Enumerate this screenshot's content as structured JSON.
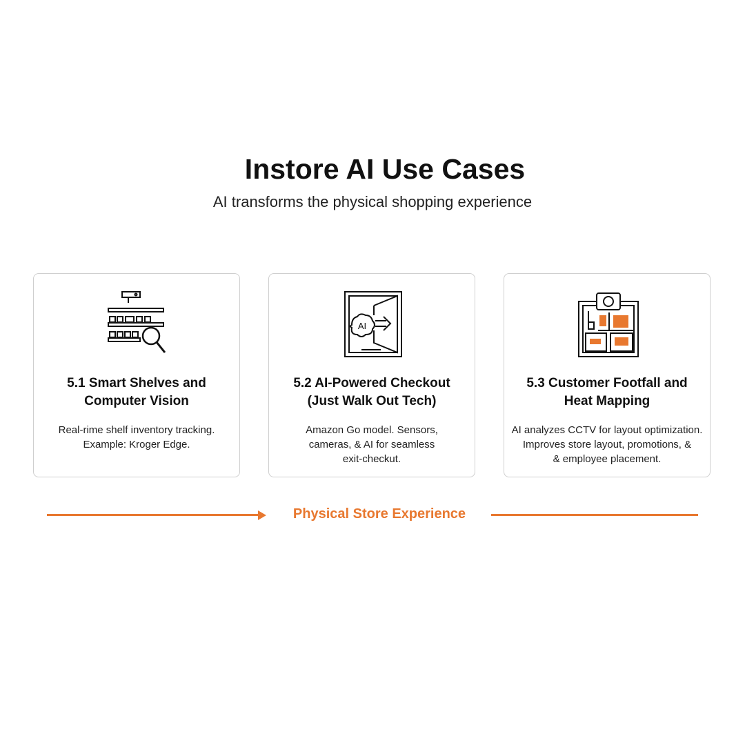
{
  "header": {
    "title": "Instore AI Use Cases",
    "subtitle": "AI transforms the physical shopping experience"
  },
  "cards": [
    {
      "icon": "smart-shelf-magnifier-icon",
      "title_line1": "5.1 Smart Shelves and",
      "title_line2": "Computer Vision",
      "desc_line1": "Real-rime shelf inventory tracking.",
      "desc_line2": "Example: Kroger Edge.",
      "desc_line3": ""
    },
    {
      "icon": "ai-door-exit-icon",
      "title_line1": "5.2 AI-Powered Checkout",
      "title_line2": "(Just Walk Out Tech)",
      "desc_line1": "Amazon Go model. Sensors,",
      "desc_line2": "cameras, & AI for seamless",
      "desc_line3": "exit-checkut."
    },
    {
      "icon": "store-map-camera-icon",
      "title_line1": "5.3 Customer Footfall and",
      "title_line2": "Heat Mapping",
      "desc_line1": "AI analyzes CCTV for layout optimization.",
      "desc_line2": "Improves store layout, promotions, &",
      "desc_line3": "& employee placement."
    }
  ],
  "flow": {
    "label": "Physical Store Experience",
    "color": "#e8782f"
  },
  "colors": {
    "accent": "#e8782f",
    "border": "#cfcfcf"
  }
}
